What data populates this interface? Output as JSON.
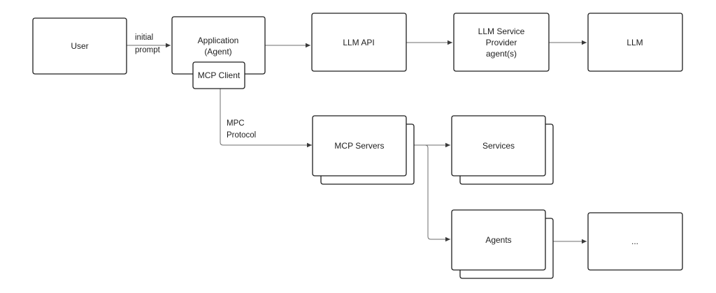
{
  "nodes": {
    "user": "User",
    "application_line1": "Application",
    "application_line2": "(Agent)",
    "mcp_client": "MCP Client",
    "llm_api": "LLM API",
    "llm_service_line1": "LLM Service",
    "llm_service_line2": "Provider",
    "llm_service_line3": "agent(s)",
    "llm": "LLM",
    "mcp_servers": "MCP Servers",
    "services": "Services",
    "agents": "Agents",
    "more": "..."
  },
  "edges": {
    "user_to_app_line1": "initial",
    "user_to_app_line2": "prompt",
    "client_to_servers_line1": "MPC",
    "client_to_servers_line2": "Protocol"
  }
}
